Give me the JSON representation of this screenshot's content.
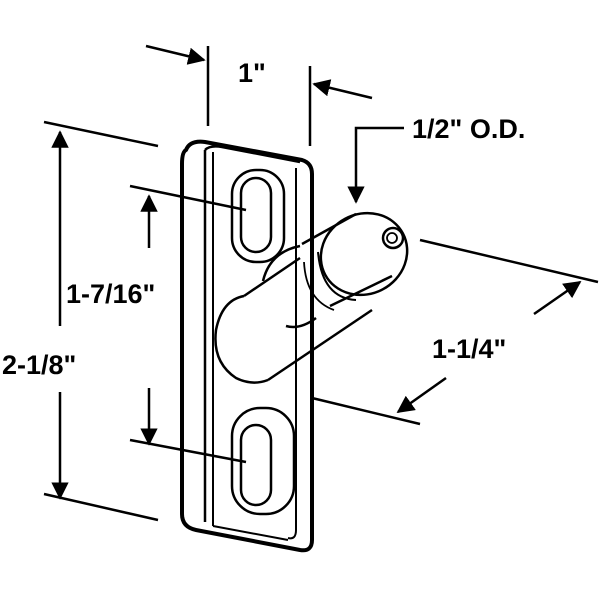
{
  "dimensions": {
    "width": "1\"",
    "pin_diameter": "1/2\" O.D.",
    "hole_spacing": "1-7/16\"",
    "total_height": "2-1/8\"",
    "pin_length": "1-1/4\""
  },
  "colors": {
    "ink": "#000000",
    "background": "#ffffff"
  }
}
